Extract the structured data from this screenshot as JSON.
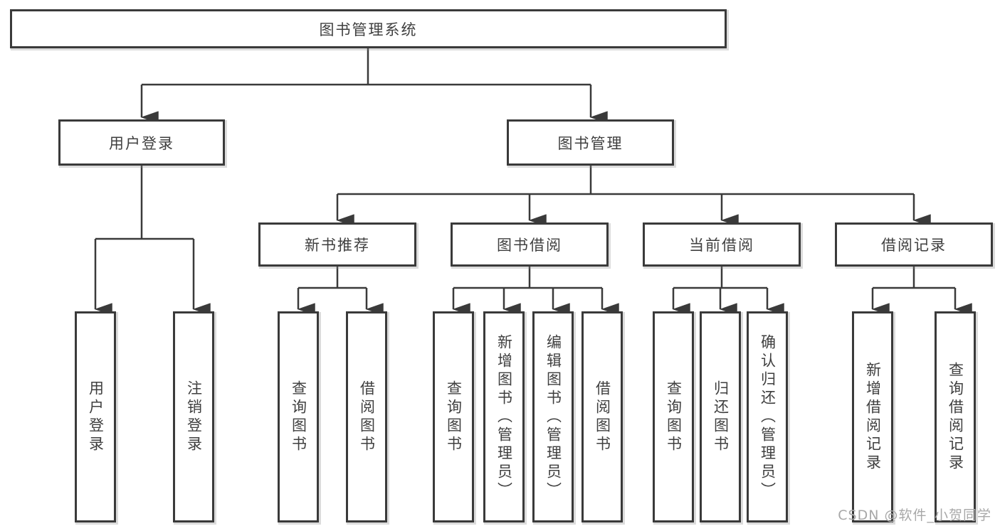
{
  "diagram": {
    "root": {
      "label": "图书管理系统"
    },
    "user_login": {
      "label": "用户登录",
      "children": [
        {
          "label": "用户登录"
        },
        {
          "label": "注销登录"
        }
      ]
    },
    "book_mgmt": {
      "label": "图书管理",
      "sections": [
        {
          "label": "新书推荐",
          "children": [
            {
              "label": "查询图书"
            },
            {
              "label": "借阅图书"
            }
          ]
        },
        {
          "label": "图书借阅",
          "children": [
            {
              "label": "查询图书"
            },
            {
              "label": "新增图书（管理员）"
            },
            {
              "label": "编辑图书（管理员）"
            },
            {
              "label": "借阅图书"
            }
          ]
        },
        {
          "label": "当前借阅",
          "children": [
            {
              "label": "查询图书"
            },
            {
              "label": "归还图书"
            },
            {
              "label": "确认归还（管理员）"
            }
          ]
        },
        {
          "label": "借阅记录",
          "children": [
            {
              "label": "新增借阅记录"
            },
            {
              "label": "查询借阅记录"
            }
          ]
        }
      ]
    },
    "watermark": "CSDN @软件_小贺同学",
    "colors": {
      "line": "#3a3a3a",
      "box_border": "#3a3a3a",
      "text": "#3f3f3f",
      "watermark": "#a8a8a8",
      "background": "#ffffff"
    }
  }
}
